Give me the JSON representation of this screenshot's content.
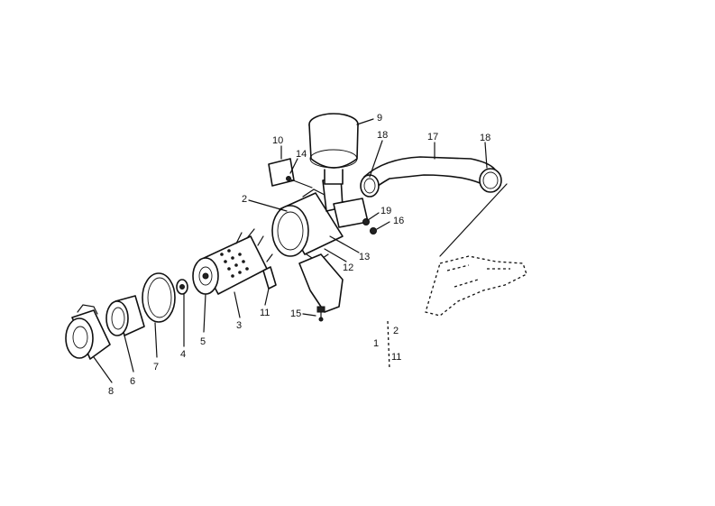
{
  "diagram": {
    "labels": {
      "l1": "1",
      "l2": "2",
      "l3": "3",
      "l4": "4",
      "l5": "5",
      "l6": "6",
      "l7": "7",
      "l8": "8",
      "l9": "9",
      "l10": "10",
      "l11": "11",
      "l12": "12",
      "l13": "13",
      "l14": "14",
      "l15": "15",
      "l16": "16",
      "l17": "17",
      "l18a": "18",
      "l18b": "18",
      "l19": "19",
      "legend_1": "1",
      "legend_2": "2",
      "legend_11": "11"
    }
  }
}
